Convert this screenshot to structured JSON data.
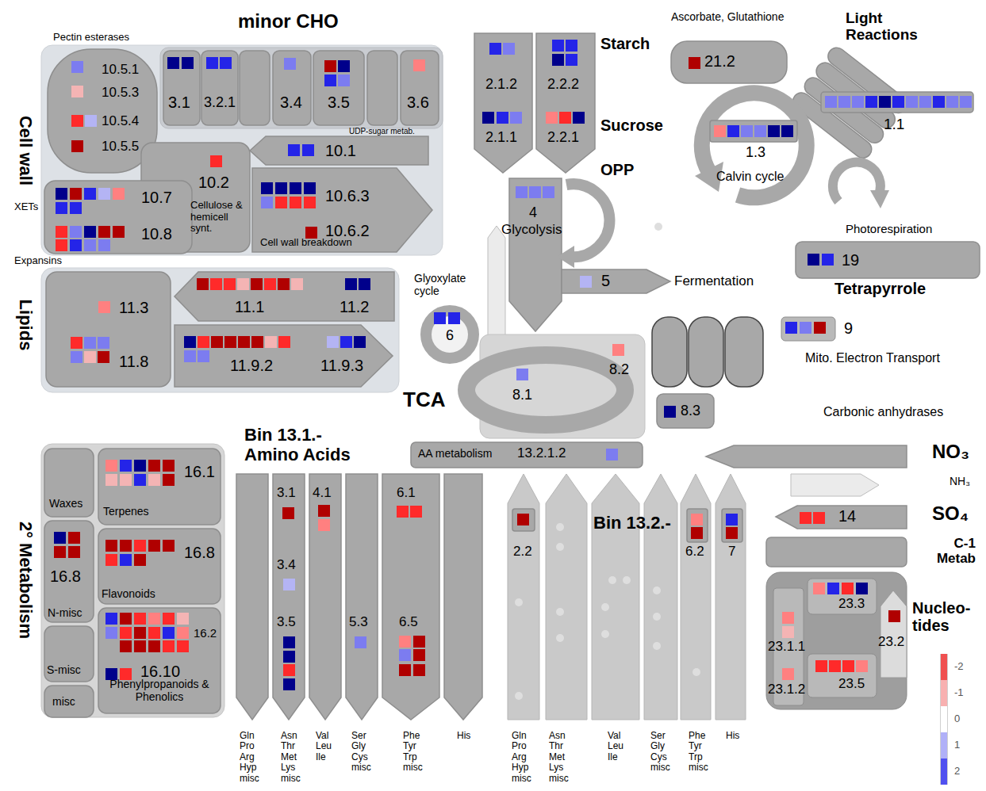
{
  "diagram": {
    "nodes": [
      {
        "text": [
          "minor CHO"
        ]
      },
      {
        "text": [
          "3.1"
        ],
        "in": 0
      },
      {
        "text": [
          "3.2.1"
        ],
        "in": 0
      },
      {
        "text": [
          "3.4"
        ],
        "in": 0
      },
      {
        "text": [
          "3.5"
        ],
        "in": 0
      },
      {
        "text": [
          "3.6"
        ],
        "in": 0
      },
      {
        "text": [
          "Pectin esterases",
          "10.5.1",
          "10.5.3",
          "10.5.4",
          "10.5.5"
        ]
      },
      {
        "text": [
          "UDP-sugar metab.",
          "10.1"
        ]
      },
      {
        "text": [
          "10.2",
          "Cellulose & hemicell synt."
        ]
      },
      {
        "text": [
          "10.6.3",
          "10.6.2",
          "Cell wall breakdown"
        ]
      },
      {
        "text": [
          "XETs",
          "10.7",
          "10.8",
          "Expansins"
        ]
      },
      {
        "text": [
          "11.3",
          "11.8"
        ]
      },
      {
        "text": [
          "11.1",
          "11.2"
        ]
      },
      {
        "text": [
          "11.9.2",
          "11.9.3"
        ]
      },
      {
        "text": [
          "2.1.2",
          "2.1.1"
        ]
      },
      {
        "text": [
          "2.2.2",
          "2.2.1"
        ]
      },
      {
        "text": [
          "4",
          "Glycolysis"
        ]
      },
      {
        "text": [
          "5",
          "Fermentation"
        ]
      },
      {
        "text": [
          "Glyoxylate cycle",
          "6"
        ]
      },
      {
        "text": [
          "TCA",
          "8.1",
          "8.2"
        ]
      },
      {
        "text": [
          "8.3"
        ]
      },
      {
        "text": [
          "9",
          "Mito. Electron Transport"
        ]
      },
      {
        "text": [
          "Ascorbate, Glutathione",
          "21.2"
        ]
      },
      {
        "text": [
          "Light Reactions",
          "1.1"
        ]
      },
      {
        "text": [
          "1.3",
          "Calvin cycle"
        ]
      },
      {
        "text": [
          "19",
          "Tetrapyrrole"
        ]
      },
      {
        "text": [
          "AA metabolism",
          "13.2.1.2"
        ]
      },
      {
        "text": [
          "Gln Pro Arg Hyp misc"
        ]
      },
      {
        "text": [
          "3.1",
          "3.4",
          "3.5",
          "Asn Thr Met Lys misc"
        ]
      },
      {
        "text": [
          "4.1",
          "Val Leu Ile"
        ]
      },
      {
        "text": [
          "5.3",
          "Ser Gly Cys misc"
        ]
      },
      {
        "text": [
          "6.1",
          "6.5",
          "Phe Tyr Trp misc"
        ]
      },
      {
        "text": [
          "His"
        ]
      },
      {
        "text": [
          "2.2",
          "Gln Pro Arg Hyp misc"
        ]
      },
      {
        "text": [
          "Asn Thr Met Lys misc"
        ]
      },
      {
        "text": [
          "Val Leu Ile"
        ]
      },
      {
        "text": [
          "Ser Gly Cys misc"
        ]
      },
      {
        "text": [
          "6.2",
          "Phe Tyr Trp misc"
        ]
      },
      {
        "text": [
          "7",
          "His"
        ]
      },
      {
        "text": [
          "NO₃"
        ]
      },
      {
        "text": [
          "NH₃"
        ]
      },
      {
        "text": [
          "14",
          "SO₄"
        ]
      },
      {
        "text": [
          "C-1 Metab"
        ]
      },
      {
        "text": [
          "Nucleo- tides"
        ]
      },
      {
        "text": [
          "23.3"
        ],
        "in": 43
      },
      {
        "text": [
          "23.1.1",
          "23.1.2"
        ],
        "in": 43
      },
      {
        "text": [
          "23.2"
        ],
        "in": 43
      },
      {
        "text": [
          "23.5"
        ],
        "in": 43
      },
      {
        "text": [
          "2° Metabolism"
        ]
      },
      {
        "text": [
          "Waxes"
        ],
        "in": 48
      },
      {
        "text": [
          "16.1",
          "Terpenes"
        ],
        "in": 48
      },
      {
        "text": [
          "16.8",
          "N-misc"
        ],
        "in": 48
      },
      {
        "text": [
          "16.8",
          "Flavonoids"
        ],
        "in": 48
      },
      {
        "text": [
          "S-misc"
        ],
        "in": 48
      },
      {
        "text": [
          "16.2",
          "16.10",
          "Phenylpropanoids & Phenolics"
        ],
        "in": 48
      },
      {
        "text": [
          "misc"
        ],
        "in": 48
      }
    ],
    "labels": [
      "Cell wall",
      "Lipids",
      "Starch",
      "Sucrose",
      "OPP",
      "Photorespiration",
      "Carbonic anhydrases",
      "Bin 13.1.- Amino Acids",
      "Bin 13.2.-"
    ],
    "legend": [
      {
        "text": "-2",
        "color": "#f05050"
      },
      {
        "text": "-1",
        "color": "#f8b0b0"
      },
      {
        "text": "0",
        "color": "#ffffff"
      },
      {
        "text": "1",
        "color": "#b0b0f8"
      },
      {
        "text": "2",
        "color": "#5050f0"
      }
    ]
  }
}
